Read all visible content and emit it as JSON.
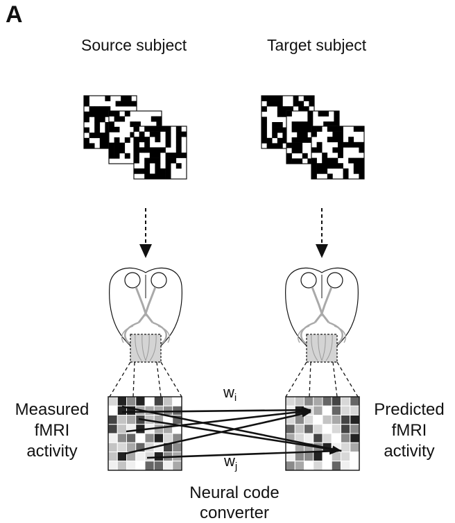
{
  "panel_label": "A",
  "source": {
    "title": "Source subject"
  },
  "target": {
    "title": "Target subject"
  },
  "left_caption": [
    "Measured",
    "fMRI",
    "activity"
  ],
  "right_caption": [
    "Predicted",
    "fMRI",
    "activity"
  ],
  "weights": {
    "wi_base": "w",
    "wi_sub": "i",
    "wj_base": "w",
    "wj_sub": "j"
  },
  "converter_caption": [
    "Neural code",
    "converter"
  ],
  "colors": {
    "ink": "#111111",
    "brain_gray": "#a9a9a9",
    "roi_fill": "#d4d4d4"
  }
}
